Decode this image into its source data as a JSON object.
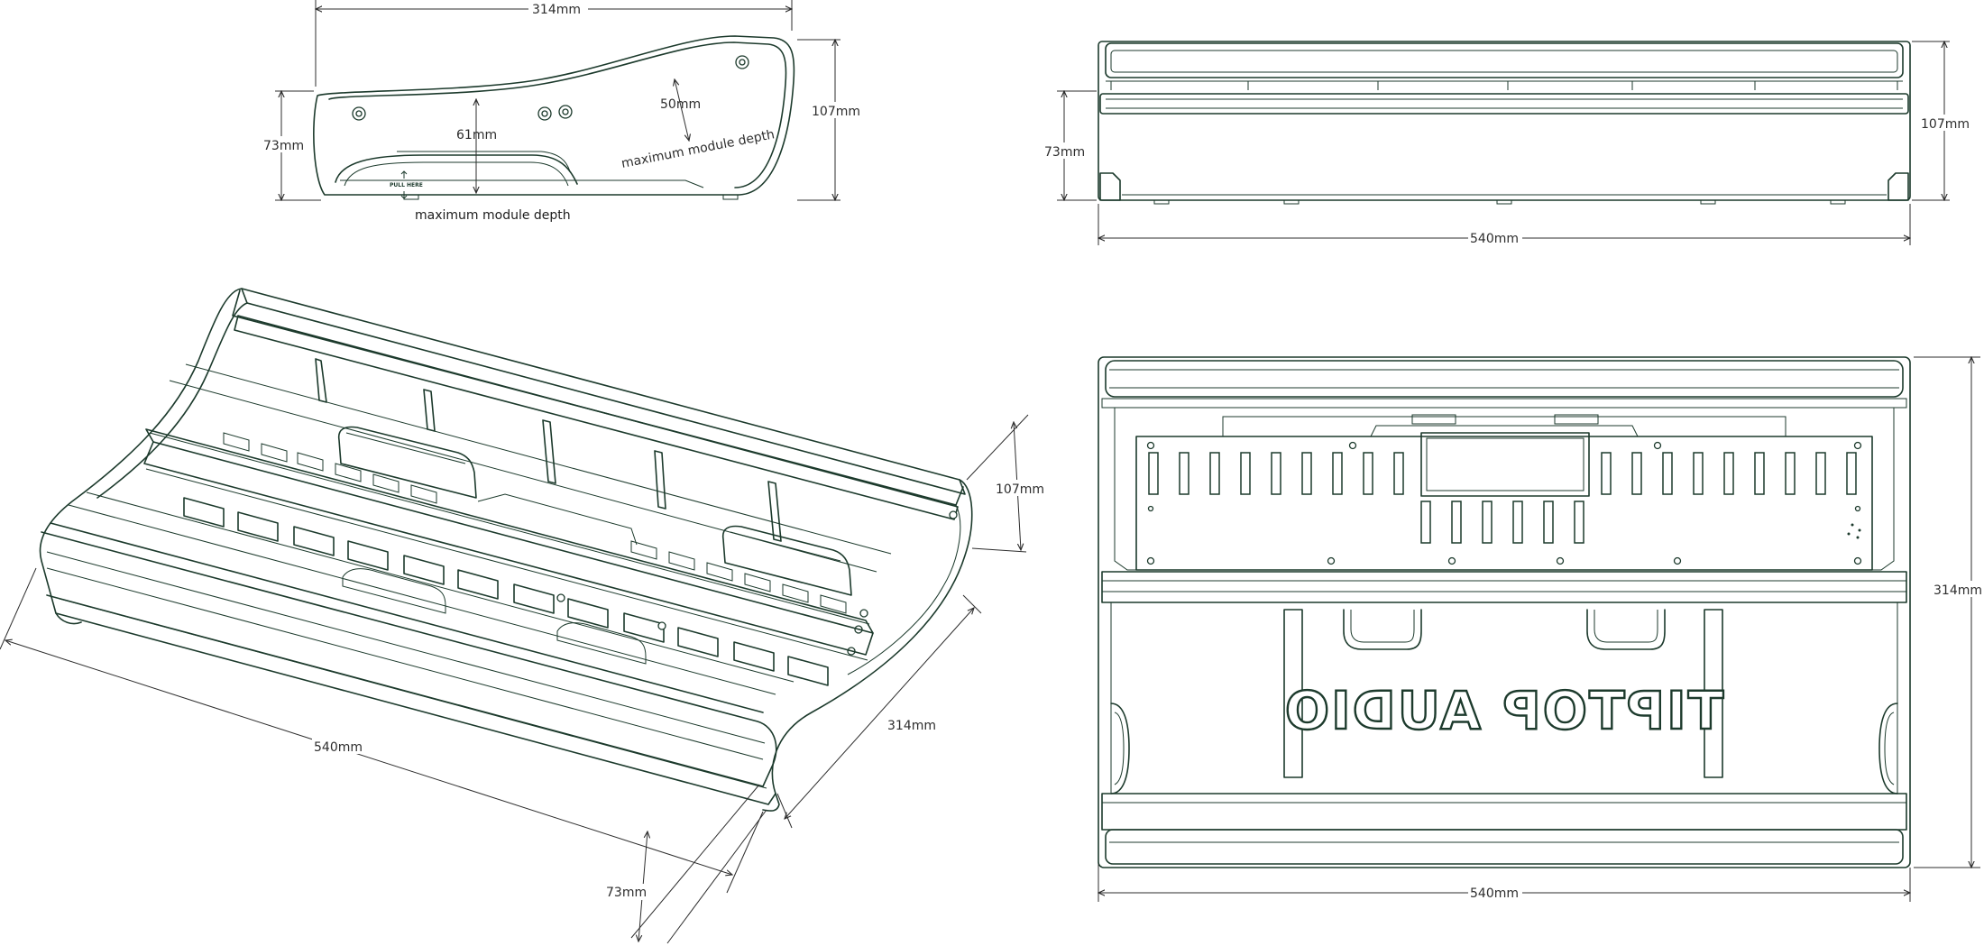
{
  "side_view": {
    "width_label": "314mm",
    "height_label": "107mm",
    "front_height_label": "73mm",
    "depth_61_label": "61mm",
    "depth_50_label": "50mm",
    "max_depth_upper_label": "maximum module depth",
    "max_depth_lower_label": "maximum module depth",
    "pull_here_label": "PULL HERE"
  },
  "front_view": {
    "width_label": "540mm",
    "height_label": "107mm",
    "front_height_label": "73mm"
  },
  "iso_view": {
    "width_label": "540mm",
    "depth_label": "314mm",
    "height_label": "107mm",
    "front_height_label": "73mm"
  },
  "top_view": {
    "width_label": "540mm",
    "depth_label": "314mm",
    "logo_text": "TIPTOP AUDIO"
  }
}
